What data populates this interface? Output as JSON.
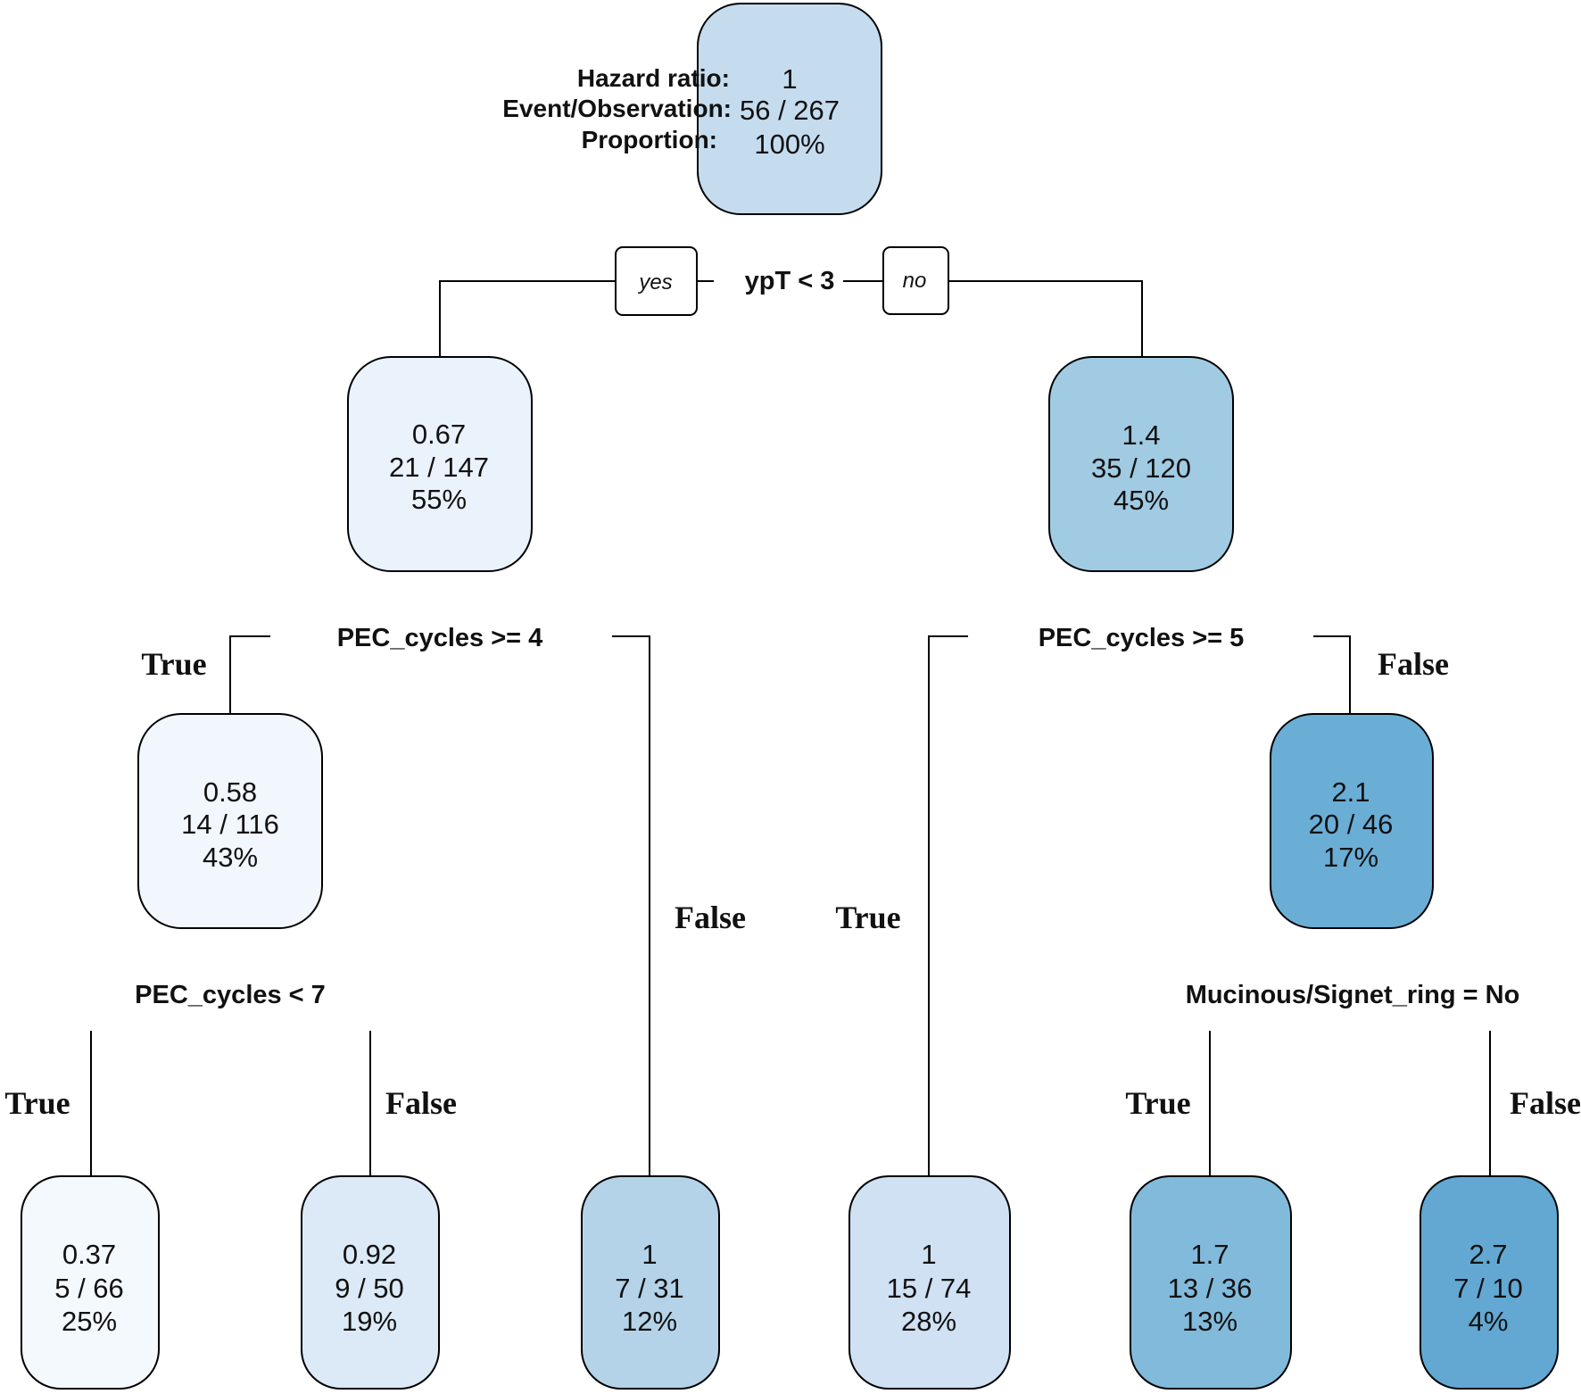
{
  "legend": {
    "hazard_label": "Hazard ratio:",
    "event_label": "Event/Observation:",
    "proportion_label": "Proportion:"
  },
  "nodes": [
    {
      "id": "root",
      "hazard": "1",
      "events": "56 / 267",
      "proportion": "100%",
      "fill": "#c5dcef"
    },
    {
      "id": "n2",
      "hazard": "0.67",
      "events": "21 / 147",
      "proportion": "55%",
      "fill": "#eaf2fb"
    },
    {
      "id": "n3",
      "hazard": "1.4",
      "events": "35 / 120",
      "proportion": "45%",
      "fill": "#a0cbe2"
    },
    {
      "id": "n4",
      "hazard": "0.58",
      "events": "14 / 116",
      "proportion": "43%",
      "fill": "#f2f7fd"
    },
    {
      "id": "n7",
      "hazard": "2.1",
      "events": "20 / 46",
      "proportion": "17%",
      "fill": "#6aaed6"
    },
    {
      "id": "l1",
      "hazard": "0.37",
      "events": "5 / 66",
      "proportion": "25%",
      "fill": "#f4f9fe"
    },
    {
      "id": "l2",
      "hazard": "0.92",
      "events": "9 / 50",
      "proportion": "19%",
      "fill": "#dce9f6"
    },
    {
      "id": "l3",
      "hazard": "1",
      "events": "7 / 31",
      "proportion": "12%",
      "fill": "#b4d3e9"
    },
    {
      "id": "l4",
      "hazard": "1",
      "events": "15 / 74",
      "proportion": "28%",
      "fill": "#cfe1f2"
    },
    {
      "id": "l5",
      "hazard": "1.7",
      "events": "13 / 36",
      "proportion": "13%",
      "fill": "#82badb"
    },
    {
      "id": "l6",
      "hazard": "2.7",
      "events": "7 / 10",
      "proportion": "4%",
      "fill": "#62a8d3"
    }
  ],
  "splits": {
    "root": "ypT < 3",
    "n2": "PEC_cycles >= 4",
    "n3": "PEC_cycles >= 5",
    "n4": "PEC_cycles < 7",
    "n7": "Mucinous/Signet_ring = No"
  },
  "yes_label": "yes",
  "no_label": "no",
  "branch_labels": {
    "true": "True",
    "false": "False"
  }
}
